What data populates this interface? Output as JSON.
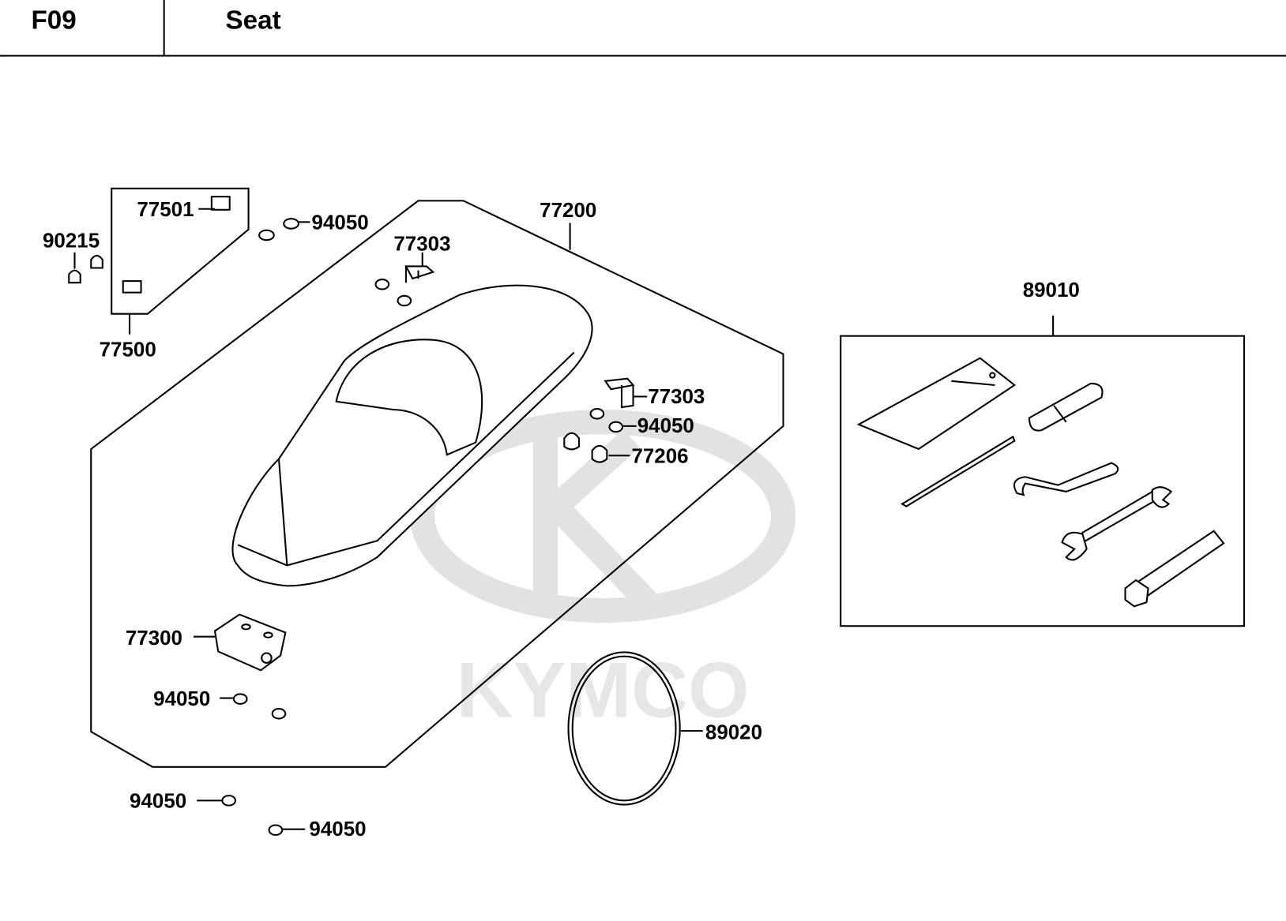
{
  "header": {
    "code": "F09",
    "title": "Seat"
  },
  "watermark": {
    "brand": "KYMCO"
  },
  "callouts": {
    "seat": "77200",
    "damper_assy": "77500",
    "damper": "77501",
    "cap_nut": "90215",
    "nut_top": "94050",
    "bracket_top": "77303",
    "bracket_right": "77303",
    "nut_right": "94050",
    "bumper": "77206",
    "hinge": "77300",
    "nut_hinge": "94050",
    "nut_bottom_1": "94050",
    "nut_bottom_2": "94050",
    "tool_kit": "89010",
    "band": "89020"
  }
}
